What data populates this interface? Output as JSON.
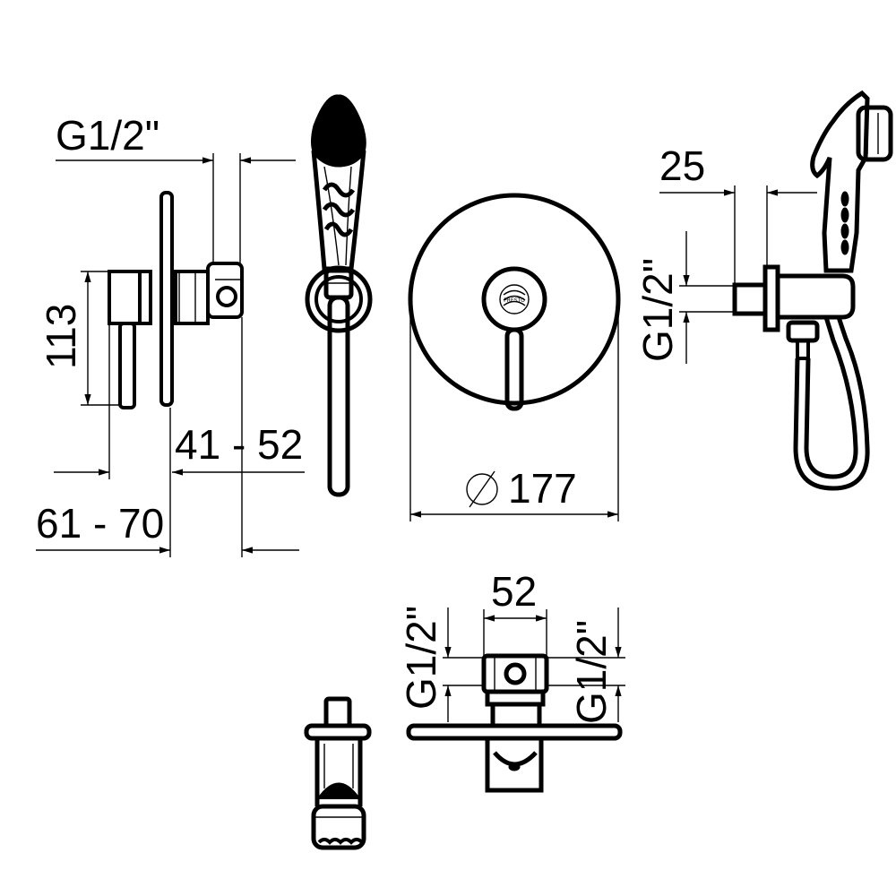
{
  "dimensions": {
    "side_thread": "G1/2\"",
    "height_113": "113",
    "depth_41_52": "41 - 52",
    "depth_61_70": "61 - 70",
    "diameter_symbol": "∅",
    "diameter_177": "177",
    "holder_25": "25",
    "holder_thread": "G1/2\"",
    "bottom_52": "52",
    "bottom_thread_left": "G1/2\"",
    "bottom_thread_right": "G1/2\""
  },
  "logo_text": "PRESTO",
  "colors": {
    "line": "#000000",
    "background": "#ffffff"
  }
}
